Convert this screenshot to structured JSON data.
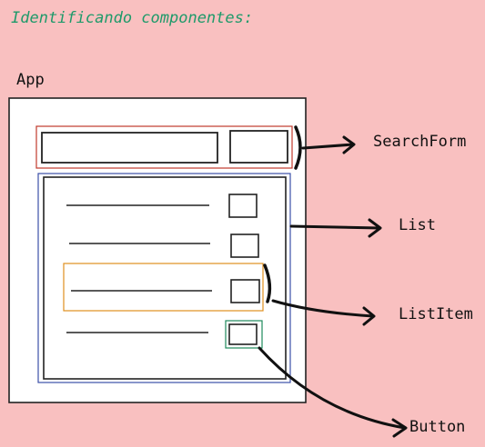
{
  "title": "Identificando componentes:",
  "diagram": {
    "app_label": "App",
    "labels": {
      "search_form": "SearchForm",
      "list": "List",
      "list_item": "ListItem",
      "button": "Button"
    },
    "colors": {
      "background": "#f9c0c0",
      "title": "#1f9a6a",
      "search_form_outline": "#c0392b",
      "list_outline": "#3b4fa8",
      "list_item_outline": "#e0901e",
      "button_outline": "#1e8a5c",
      "ink": "#111111"
    },
    "list_rows": 4
  }
}
